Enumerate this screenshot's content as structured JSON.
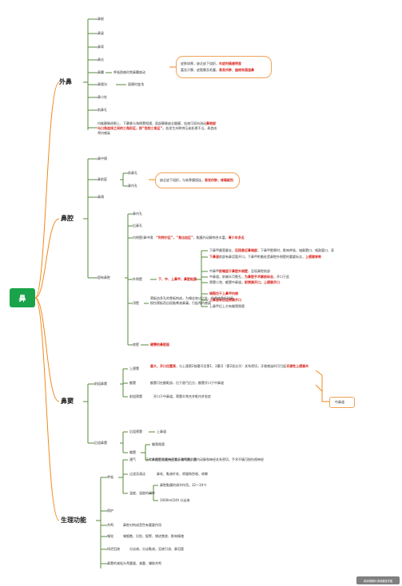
{
  "root": "鼻",
  "branches": [
    {
      "id": "waibi",
      "title": "外鼻",
      "items": [
        {
          "id": "bigen",
          "text": "鼻根"
        },
        {
          "id": "biliang",
          "text": "鼻梁"
        },
        {
          "id": "bibei",
          "text": "鼻背"
        },
        {
          "id": "bijian",
          "text": "鼻尖"
        },
        {
          "id": "biyi",
          "text": "鼻翼",
          "note": "呼吸困难时常鼻翼扇动"
        },
        {
          "id": "bimiangou",
          "text": "鼻唇沟",
          "note": "面瘫时变浅"
        },
        {
          "id": "bixiaozhu",
          "text": "鼻小柱"
        },
        {
          "id": "qianbikong",
          "text": "前鼻孔"
        },
        {
          "id": "venous",
          "text": "内眦静脉经眼上、下静脉与海绵窦相通，面部静脉缺乏瓣膜，血液可双向流动",
          "red": "鼻根部与口角连线之间的三角形区，即“危险三角区”",
          "tail": "。若发生疖肿挤压或处理不当，易造成颅内感染"
        }
      ],
      "callout": {
        "prefix": "皮肤较厚，缺乏皮下组织，",
        "red1": "炎症时痛感明显",
        "mid": "富含汗腺、皮脂腺及毛囊，",
        "red2": "易发疖肿、痤疮和酒渣鼻"
      }
    },
    {
      "id": "biqiang",
      "title": "鼻腔",
      "items": [
        {
          "id": "bizhongge",
          "text": "鼻中隔"
        },
        {
          "id": "biqianting",
          "text": "鼻前庭",
          "sub": [
            "前鼻孔",
            "鼻内孔"
          ]
        },
        {
          "id": "bikan",
          "text": "鼻阈"
        }
      ],
      "callout": {
        "prefix": "缺乏皮下组织，与软骨膜相连，",
        "red1": "易发疖肿，疼痛剧烈"
      },
      "guyou": {
        "title": "固有鼻腔",
        "items": [
          {
            "id": "neibikong",
            "text": "鼻内孔"
          },
          {
            "id": "houbikong",
            "text": "后鼻孔"
          },
          {
            "id": "neicebi",
            "text": "内侧壁/鼻中隔",
            "red": "“利特尔区”，“易出血区”",
            "note": "，黏膜内动脉吻合丰富，",
            "red2": "青少年多见"
          },
          {
            "id": "waicebi",
            "text": "外侧壁",
            "red": "下、中、上鼻甲，鼻腔粘膜"
          },
          {
            "id": "dingbi",
            "text": "顶壁"
          },
          {
            "id": "dibi",
            "text": "底壁",
            "red": "硬腭的鼻腔面"
          }
        ],
        "waice_notes": [
          {
            "plain": "下鼻甲最宽最长，",
            "red": "后段靠近鼻咽部",
            "plain2": "，下鼻甲肥厚时，影响呼吸，堵鼻窦口、咽鼓管口、耳"
          },
          {
            "red": "下鼻道",
            "plain": "前部有鼻泪管开口，下鼻甲附着处是鼻腔外侧壁的重要标志，",
            "red2": "上颌窦穿刺"
          },
          {
            "plain": "中鼻甲",
            "red": "前端居于鼻腔外侧壁",
            "plain2": "，呈现鼻腔前部"
          },
          {
            "plain": "中鼻道，前端半月裂孔，",
            "red": "为鼻腔手术解剖标志",
            "plain2": "，开口于此"
          },
          {
            "plain": "筛窦小泡、额窦中鼻道，",
            "red": "前筛窦开口，上颌窦开口",
            "plain2": ""
          },
          {
            "red": "嗅裂位于上鼻甲内侧",
            "plain": ""
          },
          {
            "red": "上鼻道有后组筛窦开口",
            "plain": ""
          },
          {
            "plain": "上鼻甲后上方有蝶筛隐窝",
            "red": "",
            "plain2": ""
          }
        ],
        "ding_note": "筛板由多孔的骨板构成，为嗅丝穿过之处，前颅底骨折时易损伤筛板而出现脑脊液鼻漏，引起颅内感染"
      }
    },
    {
      "id": "bidou",
      "title": "鼻窦",
      "qian": {
        "title": "前组鼻窦",
        "items": [
          {
            "id": "shanghedou",
            "text": "上颌窦",
            "red": "最大，开口位置高",
            "note": "，与上颌第2前磨牙及第1、2磨牙（第2双尖牙）关系密切，牙根感染时可引起",
            "red2": "牙源性上颌窦炎"
          },
          {
            "id": "edou",
            "text": "额窦",
            "note": "额窦可在额眶部，位于眉弓后方，额窦开口于中鼻道"
          },
          {
            "id": "qianshaidou",
            "text": "前组筛窦",
            "note": "开口于中鼻道，筛窦炎常合并眶内并发症"
          }
        ]
      },
      "hou": {
        "title": "后组鼻窦",
        "items": [
          {
            "id": "houshaidou",
            "text": "后组筛窦",
            "note": "上鼻道"
          },
          {
            "id": "diedou",
            "text": "蝶窦",
            "sub": [
              "蝶筛隐窝",
              "外侧壁与视神经管、海绵窦、颈内动脉和神经关系密切，手术不慎可损伤视神经"
            ]
          }
        ]
      },
      "callout": "中鼻道"
    },
    {
      "id": "shengli",
      "title": "生理功能",
      "huxi": {
        "title": "呼吸",
        "items": [
          {
            "id": "tongqi",
            "text": "通气",
            "note": "正常鼻阻力是维持正常鼻通气的前提"
          },
          {
            "id": "guolv",
            "text": "过滤及清洁",
            "note": "鼻毛、黏液纤毛、喷嚏和吞咽、咳嗽"
          },
          {
            "id": "wendu",
            "text": "温度、湿度的调节",
            "sub": [
              "鼻腔黏膜的调节作用，32～34℃",
              "1000ml/24h 分泌液"
            ]
          }
        ]
      },
      "others": [
        {
          "id": "baohu",
          "text": "保护"
        },
        {
          "id": "gongming",
          "text": "共鸣",
          "note": "鼻腔对构成音色有重要作用"
        },
        {
          "id": "xiujue",
          "text": "嗅觉",
          "note": "嗅细胞、识别、报警、增进食欲、影响情绪"
        },
        {
          "id": "paixie",
          "text": "排泄泪液",
          "note": "分泌液，分泌黏液，泪液引流、鼻泪管"
        },
        {
          "id": "other",
          "text": "鼻窦的减轻头颅重量、减重、辅助共鸣"
        }
      ]
    }
  ],
  "watermark": "鼻耳咽喉科·鼻部器官学图"
}
